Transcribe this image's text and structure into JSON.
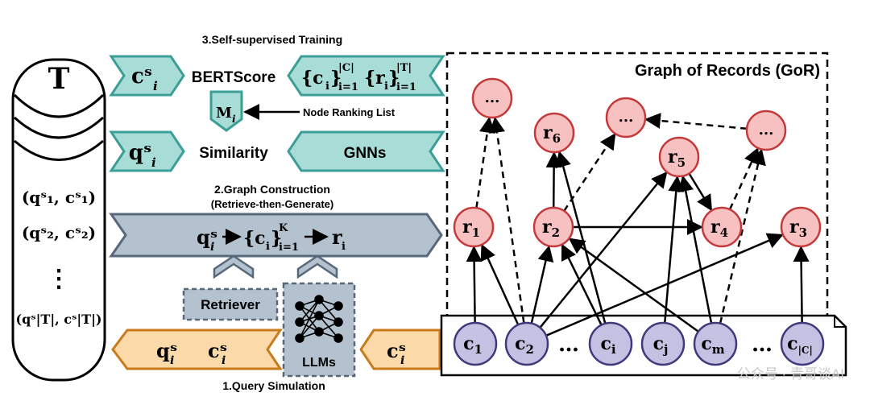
{
  "steps": {
    "training": "3.Self-supervised Training",
    "construction": "2.Graph Construction",
    "construction_sub": "(Retrieve-then-Generate)",
    "simulation": "1.Query Simulation"
  },
  "left_cylinder": {
    "title": "T",
    "pair1": "(qˢ₁, cˢ₁)",
    "pair2": "(qˢ₂, cˢ₂)",
    "dots": "⋮",
    "pair_last": "(qˢ|T|, cˢ|T|)"
  },
  "training_row": {
    "left_label": "cˢ",
    "left_sub": "i",
    "center": "BERTScore",
    "right_label_a": "{c",
    "right_label_b": "}",
    "right_label_c": "{r",
    "right_label_d": "}",
    "right_sup1": "|C|",
    "right_sup2": "|T|",
    "right_sub1": "i=1",
    "right_sub2": "i=1",
    "right_sub_i": "i",
    "shield_label": "M",
    "shield_sub": "i",
    "ranking": "Node Ranking List"
  },
  "similarity_row": {
    "left_label": "qˢ",
    "left_sub": "i",
    "center": "Similarity",
    "right": "GNNs"
  },
  "construction_row": {
    "q": "qˢ",
    "q_sub": "i",
    "c_set": "{c",
    "c_set_sub": "i",
    "c_set_close": "}",
    "c_sup": "K",
    "c_sub": "i=1",
    "r": "r",
    "r_sub": "i"
  },
  "bottom_row": {
    "retriever": "Retriever",
    "llms": "LLMs",
    "q": "qˢ",
    "q_sub": "i",
    "c": "cˢ",
    "c_sub": "i",
    "right_c": "cˢ",
    "right_c_sub": "i"
  },
  "graph": {
    "title": "Graph of Records (GoR)",
    "response_nodes": [
      {
        "id": "r1",
        "label": "r",
        "sub": "1"
      },
      {
        "id": "r2",
        "label": "r",
        "sub": "2"
      },
      {
        "id": "r3",
        "label": "r",
        "sub": "3"
      },
      {
        "id": "r4",
        "label": "r",
        "sub": "4"
      },
      {
        "id": "r5",
        "label": "r",
        "sub": "5"
      },
      {
        "id": "r6",
        "label": "r",
        "sub": "6"
      },
      {
        "id": "e1",
        "label": "...",
        "sub": ""
      },
      {
        "id": "e2",
        "label": "...",
        "sub": ""
      },
      {
        "id": "e3",
        "label": "...",
        "sub": ""
      }
    ],
    "chunk_nodes": [
      {
        "id": "c1",
        "label": "c",
        "sub": "1"
      },
      {
        "id": "c2",
        "label": "c",
        "sub": "2"
      },
      {
        "id": "ci",
        "label": "c",
        "sub": "i"
      },
      {
        "id": "cj",
        "label": "c",
        "sub": "j"
      },
      {
        "id": "cm",
        "label": "c",
        "sub": "m"
      },
      {
        "id": "cC",
        "label": "c",
        "sub": "|C|"
      }
    ],
    "dots": [
      "…",
      "…"
    ]
  },
  "watermark": "公众号 · 青哥谈AI",
  "colors": {
    "teal": "#a8dcd6",
    "teal_stroke": "#3b9f98",
    "slate": "#b4c2cf",
    "slate_stroke": "#57687a",
    "orange": "#fbd9a8",
    "orange_stroke": "#c97a1a",
    "red_node": "#f7c1c1",
    "red_stroke": "#c43a3a",
    "purple_node": "#c4c1e3",
    "purple_stroke": "#3f3a7a"
  }
}
